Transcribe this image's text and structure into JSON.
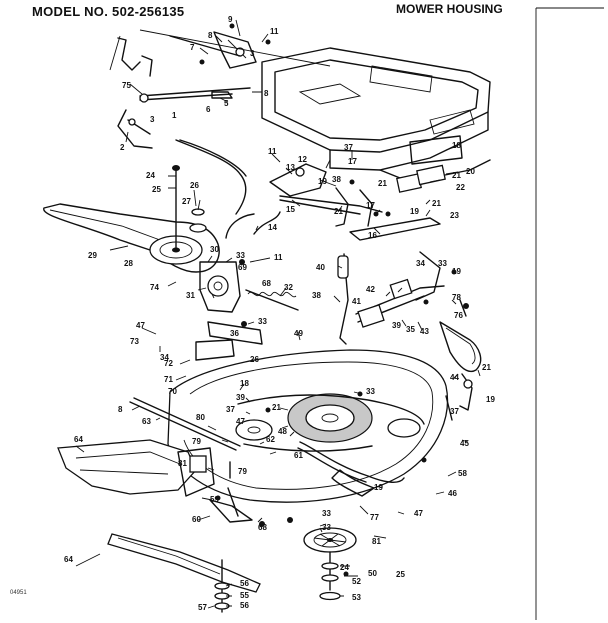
{
  "header": {
    "model": "MODEL NO. 502-256135",
    "section": "MOWER HOUSING"
  },
  "footer": {
    "corner_code": "04951",
    "sheet_number": "25"
  },
  "diagram": {
    "part_labels": [
      {
        "id": "p9",
        "text": "9"
      },
      {
        "id": "p8a",
        "text": "8"
      },
      {
        "id": "p11a",
        "text": "11"
      },
      {
        "id": "p7",
        "text": "7"
      },
      {
        "id": "p3a",
        "text": "3"
      },
      {
        "id": "p75",
        "text": "75"
      },
      {
        "id": "p8b",
        "text": "8"
      },
      {
        "id": "p5",
        "text": "5"
      },
      {
        "id": "p6",
        "text": "6"
      },
      {
        "id": "p3b",
        "text": "3"
      },
      {
        "id": "p2",
        "text": "2"
      },
      {
        "id": "p1",
        "text": "1"
      },
      {
        "id": "p24",
        "text": "24"
      },
      {
        "id": "p25",
        "text": "25"
      },
      {
        "id": "p26",
        "text": "26"
      },
      {
        "id": "p27",
        "text": "27"
      },
      {
        "id": "p29",
        "text": "29"
      },
      {
        "id": "p28",
        "text": "28"
      },
      {
        "id": "p14",
        "text": "14"
      },
      {
        "id": "p11b",
        "text": "11"
      },
      {
        "id": "p12",
        "text": "12"
      },
      {
        "id": "p13",
        "text": "13"
      },
      {
        "id": "p19a",
        "text": "19"
      },
      {
        "id": "p38a",
        "text": "38"
      },
      {
        "id": "p37a",
        "text": "37"
      },
      {
        "id": "p17a",
        "text": "17"
      },
      {
        "id": "p18a",
        "text": "18"
      },
      {
        "id": "p21a",
        "text": "21"
      },
      {
        "id": "p21b",
        "text": "21"
      },
      {
        "id": "p20",
        "text": "20"
      },
      {
        "id": "p22",
        "text": "22"
      },
      {
        "id": "p21c",
        "text": "21"
      },
      {
        "id": "p23",
        "text": "23"
      },
      {
        "id": "p15",
        "text": "15"
      },
      {
        "id": "p21d",
        "text": "21"
      },
      {
        "id": "p17b",
        "text": "17"
      },
      {
        "id": "p19b",
        "text": "19"
      },
      {
        "id": "p16",
        "text": "16"
      },
      {
        "id": "p30",
        "text": "30"
      },
      {
        "id": "p33a",
        "text": "33"
      },
      {
        "id": "p69",
        "text": "69"
      },
      {
        "id": "p11c",
        "text": "11"
      },
      {
        "id": "p74",
        "text": "74"
      },
      {
        "id": "p68",
        "text": "68"
      },
      {
        "id": "p31",
        "text": "31"
      },
      {
        "id": "p32",
        "text": "32"
      },
      {
        "id": "p40",
        "text": "40"
      },
      {
        "id": "p34",
        "text": "34"
      },
      {
        "id": "p33b",
        "text": "33"
      },
      {
        "id": "p19c",
        "text": "19"
      },
      {
        "id": "p36",
        "text": "36"
      },
      {
        "id": "p42",
        "text": "42"
      },
      {
        "id": "p38b",
        "text": "38"
      },
      {
        "id": "p41",
        "text": "41"
      },
      {
        "id": "p78",
        "text": "78"
      },
      {
        "id": "p47a",
        "text": "47"
      },
      {
        "id": "p33c",
        "text": "33"
      },
      {
        "id": "p35",
        "text": "35"
      },
      {
        "id": "p39a",
        "text": "39"
      },
      {
        "id": "p43",
        "text": "43"
      },
      {
        "id": "p76",
        "text": "76"
      },
      {
        "id": "p73",
        "text": "73"
      },
      {
        "id": "p34b",
        "text": "34"
      },
      {
        "id": "p49",
        "text": "49"
      },
      {
        "id": "p72",
        "text": "72"
      },
      {
        "id": "p26b",
        "text": "26"
      },
      {
        "id": "p71",
        "text": "71"
      },
      {
        "id": "p70",
        "text": "70"
      },
      {
        "id": "p18b",
        "text": "18"
      },
      {
        "id": "p44",
        "text": "44"
      },
      {
        "id": "p21e",
        "text": "21"
      },
      {
        "id": "p33d",
        "text": "33"
      },
      {
        "id": "p19d",
        "text": "19"
      },
      {
        "id": "p8c",
        "text": "8"
      },
      {
        "id": "p39b",
        "text": "39"
      },
      {
        "id": "p21f",
        "text": "21"
      },
      {
        "id": "p37b",
        "text": "37"
      },
      {
        "id": "p63",
        "text": "63"
      },
      {
        "id": "p80",
        "text": "80"
      },
      {
        "id": "p47b",
        "text": "47"
      },
      {
        "id": "p37c",
        "text": "37"
      },
      {
        "id": "p79a",
        "text": "79"
      },
      {
        "id": "p62",
        "text": "62"
      },
      {
        "id": "p45",
        "text": "45"
      },
      {
        "id": "p48",
        "text": "48"
      },
      {
        "id": "p64a",
        "text": "64"
      },
      {
        "id": "p79b",
        "text": "79"
      },
      {
        "id": "p61",
        "text": "61"
      },
      {
        "id": "p81a",
        "text": "81"
      },
      {
        "id": "p77",
        "text": "77"
      },
      {
        "id": "p58",
        "text": "58"
      },
      {
        "id": "p19e",
        "text": "19"
      },
      {
        "id": "p46",
        "text": "46"
      },
      {
        "id": "p59",
        "text": "59"
      },
      {
        "id": "p33e",
        "text": "33"
      },
      {
        "id": "p47c",
        "text": "47"
      },
      {
        "id": "p60",
        "text": "60"
      },
      {
        "id": "p68b",
        "text": "68"
      },
      {
        "id": "p33f",
        "text": "33"
      },
      {
        "id": "p81b",
        "text": "81"
      },
      {
        "id": "p64b",
        "text": "64"
      },
      {
        "id": "p24b",
        "text": "24"
      },
      {
        "id": "p50",
        "text": "50"
      },
      {
        "id": "p52",
        "text": "52"
      },
      {
        "id": "p56",
        "text": "56"
      },
      {
        "id": "p55",
        "text": "55"
      },
      {
        "id": "p53",
        "text": "53"
      },
      {
        "id": "p57",
        "text": "57"
      },
      {
        "id": "p56b",
        "text": "56"
      }
    ]
  }
}
